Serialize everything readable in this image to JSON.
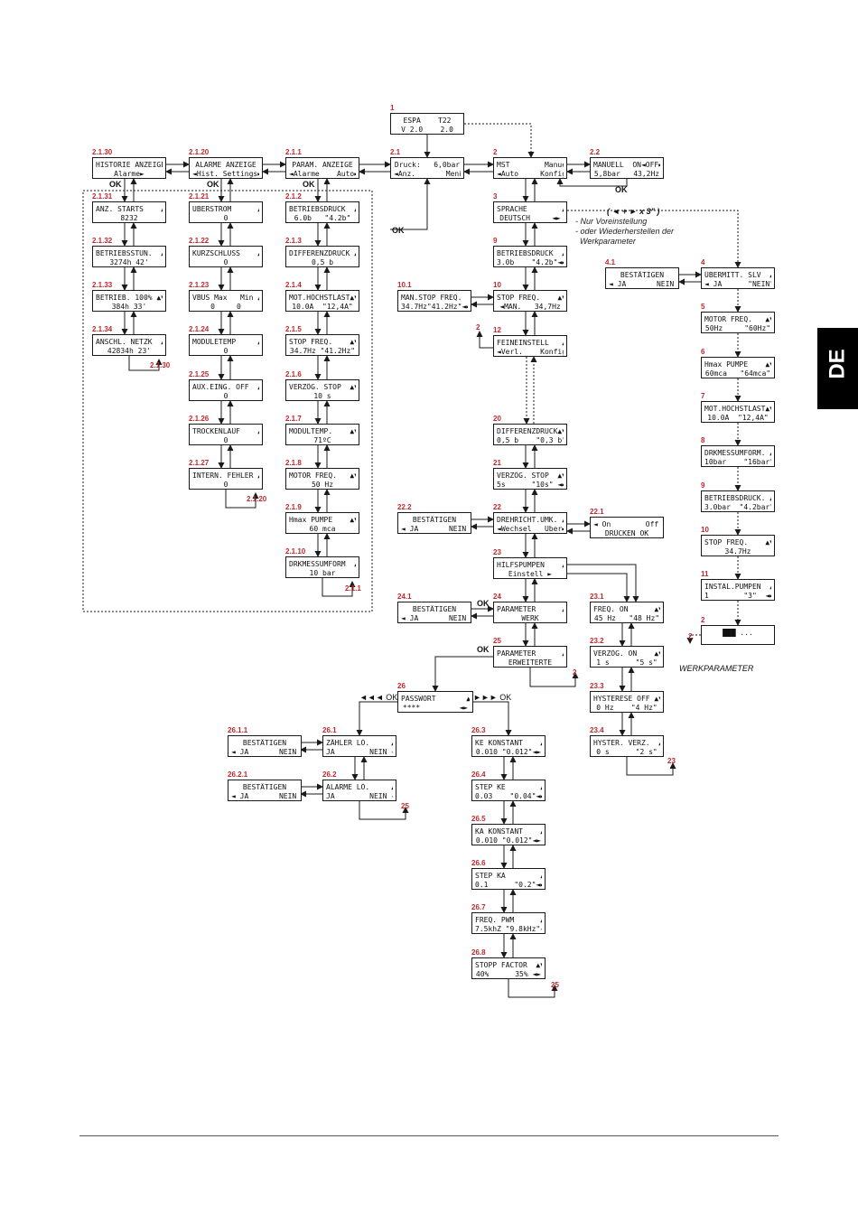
{
  "nodes": [
    {
      "key": "n1",
      "id": "1",
      "l1": "ESPA    T22",
      "l2": "V 2.0    2.0"
    },
    {
      "key": "n2_1",
      "id": "2.1",
      "l1": "Druck:   6,0bar",
      "l2": "◄Anz.       Menü►"
    },
    {
      "key": "n2",
      "id": "2",
      "l1": "MST        Manuell►",
      "l2": "◄Auto     Konfig▼"
    },
    {
      "key": "n2_2",
      "id": "2.2",
      "l1": "MANUELL  ON◄OFF►",
      "l2": "5,8bar   43,2Hz"
    },
    {
      "key": "n2_1_1",
      "id": "2.1.1",
      "l1": "PARAM. ANZEIGE",
      "l2": "◄Alarme    Auto►"
    },
    {
      "key": "n2_1_20",
      "id": "2.1.20",
      "l1": "ALARME ANZEIGE",
      "l2": "◄Hist. Settings►"
    },
    {
      "key": "n2_1_30",
      "id": "2.1.30",
      "l1": "HISTORIE ANZEIGE",
      "l2": "Alarme►"
    },
    {
      "key": "n2_1_31",
      "id": "2.1.31",
      "l1": "ANZ. STARTS    ▲▼",
      "l2": "8232"
    },
    {
      "key": "n2_1_32",
      "id": "2.1.32",
      "l1": "BETRIEBSSTUN.  ▲▼",
      "l2": "3274h 42'"
    },
    {
      "key": "n2_1_33",
      "id": "2.1.33",
      "l1": "BETRIEB. 100% ▲▼",
      "l2": "384h 33'"
    },
    {
      "key": "n2_1_34",
      "id": "2.1.34",
      "l1": "ANSCHL. NETZK  ▲▼",
      "l2": "42834h 23'"
    },
    {
      "key": "n2_1_21",
      "id": "2.1.21",
      "l1": "UBERSTROM      ▲▼",
      "l2": "0"
    },
    {
      "key": "n2_1_22",
      "id": "2.1.22",
      "l1": "KURZSCHLUSS    ▲▼",
      "l2": "0"
    },
    {
      "key": "n2_1_23",
      "id": "2.1.23",
      "l1": "VBUS Max   Min ▲▼",
      "l2": "0     0"
    },
    {
      "key": "n2_1_24",
      "id": "2.1.24",
      "l1": "MODULETEMP     ▲▼",
      "l2": "0"
    },
    {
      "key": "n2_1_25",
      "id": "2.1.25",
      "l1": "AUX.EING. OFF  ▲▼",
      "l2": "0"
    },
    {
      "key": "n2_1_26",
      "id": "2.1.26",
      "l1": "TROCKENLAUF    ▲▼",
      "l2": "0"
    },
    {
      "key": "n2_1_27",
      "id": "2.1.27",
      "l1": "INTERN. FEHLER ▲▼",
      "l2": "0"
    },
    {
      "key": "n2_1_2",
      "id": "2.1.2",
      "l1": "BETRIEBSDRUCK  ▲▼",
      "l2": "6.0b   \"4.2b\""
    },
    {
      "key": "n2_1_3",
      "id": "2.1.3",
      "l1": "DIFFERENZDRUCK ▲▼",
      "l2": "0,5 b"
    },
    {
      "key": "n2_1_4",
      "id": "2.1.4",
      "l1": "MOT.HÖCHSTLAST▲▼",
      "l2": "10.0A  \"12,4A\""
    },
    {
      "key": "n2_1_5",
      "id": "2.1.5",
      "l1": "STOP FREQ.    ▲▼",
      "l2": "34.7Hz \"41.2Hz\""
    },
    {
      "key": "n2_1_6",
      "id": "2.1.6",
      "l1": "VERZÖG. STOP  ▲▼",
      "l2": "10 s"
    },
    {
      "key": "n2_1_7",
      "id": "2.1.7",
      "l1": "MODULTEMP.    ▲▼",
      "l2": "71ºC"
    },
    {
      "key": "n2_1_8",
      "id": "2.1.8",
      "l1": "MOTOR FREQ.   ▲▼",
      "l2": "50 Hz"
    },
    {
      "key": "n2_1_9",
      "id": "2.1.9",
      "l1": "Hmax PUMPE    ▲▼",
      "l2": "60 mca"
    },
    {
      "key": "n2_1_10",
      "id": "2.1.10",
      "l1": "DRKMESSUMFORM  ▲▼",
      "l2": "10 bar"
    },
    {
      "key": "n3",
      "id": "3",
      "l1": "SPRACHE        ▲▼",
      "l2": "DEUTSCH     ◄►"
    },
    {
      "key": "n9",
      "id": "9",
      "l1": "BETRIEBSDRUCK  ▲▼",
      "l2": "3.0b    \"4.2b\"◄►"
    },
    {
      "key": "n10",
      "id": "10",
      "l1": "STOP FREQ.    ▲▼",
      "l2": "◄MAN.   34,7Hz"
    },
    {
      "key": "n10_1",
      "id": "10.1",
      "l1": "MAN.STOP FREQ.  ▲▼",
      "l2": "34.7Hz\"41.2Hz\"◄►"
    },
    {
      "key": "n12",
      "id": "12",
      "l1": "FEINEINSTELL   ▲▼",
      "l2": "◄Verl.    Konfig▼"
    },
    {
      "key": "n20",
      "id": "20",
      "l1": "DIFFERENZDRUCK▲▼",
      "l2": "0,5 b    \"0,3 b\" ◄►"
    },
    {
      "key": "n21",
      "id": "21",
      "l1": "VERZÖG. STOP  ▲▼",
      "l2": "5s      \"10s\" ◄►"
    },
    {
      "key": "n22",
      "id": "22",
      "l1": "DREHRICHT.UMK. ▲▼",
      "l2": "◄Wechsel   Uber►"
    },
    {
      "key": "n22_1",
      "id": "22.1",
      "l1": "◄ On        Off ▼",
      "l2": "DRÜCKEN OK"
    },
    {
      "key": "n22_2",
      "id": "22.2",
      "l1": "BESTÄTIGEN",
      "l2": "◄ JA       NEIN ►"
    },
    {
      "key": "n23",
      "id": "23",
      "l1": "HILFSPUMPEN    ▲▼",
      "l2": "Einstell ►"
    },
    {
      "key": "n24",
      "id": "24",
      "l1": "PARAMETER      ▲▼",
      "l2": "WERK"
    },
    {
      "key": "n24_1",
      "id": "24.1",
      "l1": "BESTÄTIGEN",
      "l2": "◄ JA       NEIN ►"
    },
    {
      "key": "n25",
      "id": "25",
      "l1": "PARAMETER      ▲▼",
      "l2": "ERWEITERTE"
    },
    {
      "key": "n23_1",
      "id": "23.1",
      "l1": "FREQ. ON      ▲▼",
      "l2": "45 Hz   \"48 Hz\""
    },
    {
      "key": "n23_2",
      "id": "23.2",
      "l1": "VERZÖG. ON    ▲▼",
      "l2": "1 s      \"5 s\""
    },
    {
      "key": "n23_3",
      "id": "23.3",
      "l1": "HYSTERESE OFF ▲▼",
      "l2": "0 Hz    \"4 Hz\""
    },
    {
      "key": "n23_4",
      "id": "23.4",
      "l1": "HYSTER. VERZ.  ▲▼",
      "l2": "0 s      \"2 s\""
    },
    {
      "key": "n26",
      "id": "26",
      "l1": "PASSWORT       ▲▼",
      "l2": "****         ◄►"
    },
    {
      "key": "n26_1",
      "id": "26.1",
      "l1": "ZÄHLER LÖ.     ▲▼",
      "l2": "JA        NEIN ◄►"
    },
    {
      "key": "n26_1_1",
      "id": "26.1.1",
      "l1": "BESTÄTIGEN",
      "l2": "◄ JA       NEIN ►"
    },
    {
      "key": "n26_2",
      "id": "26.2",
      "l1": "ALARME LÖ.     ▲▼",
      "l2": "JA        NEIN ◄►"
    },
    {
      "key": "n26_2_1",
      "id": "26.2.1",
      "l1": "BESTÄTIGEN",
      "l2": "◄ JA       NEIN ►"
    },
    {
      "key": "n26_3",
      "id": "26.3",
      "l1": "KE KONSTANT    ▲▼",
      "l2": "0.010 \"0.012\"◄►"
    },
    {
      "key": "n26_4",
      "id": "26.4",
      "l1": "STEP KE        ▲▼",
      "l2": "0.03    \"0.04\"◄►"
    },
    {
      "key": "n26_5",
      "id": "26.5",
      "l1": "KA KONSTANT    ▲▼",
      "l2": "0.010 \"0.012\"◄►"
    },
    {
      "key": "n26_6",
      "id": "26.6",
      "l1": "STEP KA        ▲▼",
      "l2": "0.1      \"0.2\"◄►"
    },
    {
      "key": "n26_7",
      "id": "26.7",
      "l1": "FREQ. PWM      ▲▼",
      "l2": "7.5khZ \"9.8kHz\"◄►"
    },
    {
      "key": "n26_8",
      "id": "26.8",
      "l1": "STOPP FACTOR  ▲▼",
      "l2": "40%      35% ◄►"
    },
    {
      "key": "n4",
      "id": "4",
      "l1": "ÜBERMITT. SLV  ▲▼",
      "l2": "◄ JA      \"NEIN\" ◄►"
    },
    {
      "key": "n4_1",
      "id": "4.1",
      "l1": "BESTÄTIGEN",
      "l2": "◄ JA       NEIN ►"
    },
    {
      "key": "n5",
      "id": "5",
      "l1": "MOTOR FREQ.   ▲▼",
      "l2": "50Hz     \"60Hz\""
    },
    {
      "key": "n6",
      "id": "6",
      "l1": "Hmax PUMPE    ▲▼",
      "l2": "60mca   \"64mca\""
    },
    {
      "key": "n7",
      "id": "7",
      "l1": "MOT.HÖCHSTLAST▲▼",
      "l2": "10.0A  \"12,4A\""
    },
    {
      "key": "n8",
      "id": "8",
      "l1": "DRKMESSUMFORM. ▲▼",
      "l2": "10bar    \"16bar\""
    },
    {
      "key": "n9r",
      "id": "9",
      "l1": "BETRIEBSDRUCK. ▲▼",
      "l2": "3.0bar  \"4.2bar\""
    },
    {
      "key": "n10r",
      "id": "10",
      "l1": "STOP FREQ.    ▲▼",
      "l2": "34.7Hz"
    },
    {
      "key": "n11",
      "id": "11",
      "l1": "INSTAL.PUMPEN  ▲▼",
      "l2": "1        \"3\"  ◄►"
    },
    {
      "key": "n2r",
      "id": "2",
      "l1": "███ ...",
      "l2": ""
    }
  ],
  "labels": {
    "ok": "OK",
    "ok_left": "◄◄◄ OK",
    "ok_right": "►►► OK",
    "ret_2_1_30": "2.1.30",
    "ret_2_1_20": "2.1.20",
    "ret_2_1_1": "2.1.1",
    "ret_2": "2",
    "ret_25": "25",
    "ret_23": "23",
    "werkparameter": "WERKPARAMETER",
    "keys_combo": "( ◄ + ► x 3\" )",
    "note": "- Nur Voreinstellung\n- oder Wiederherstellen der\n  Werkparameter"
  },
  "tab": {
    "text": "DE",
    "color": "#000000"
  },
  "colors": {
    "id_red": "#c0282d",
    "line": "#1a1a1a"
  }
}
